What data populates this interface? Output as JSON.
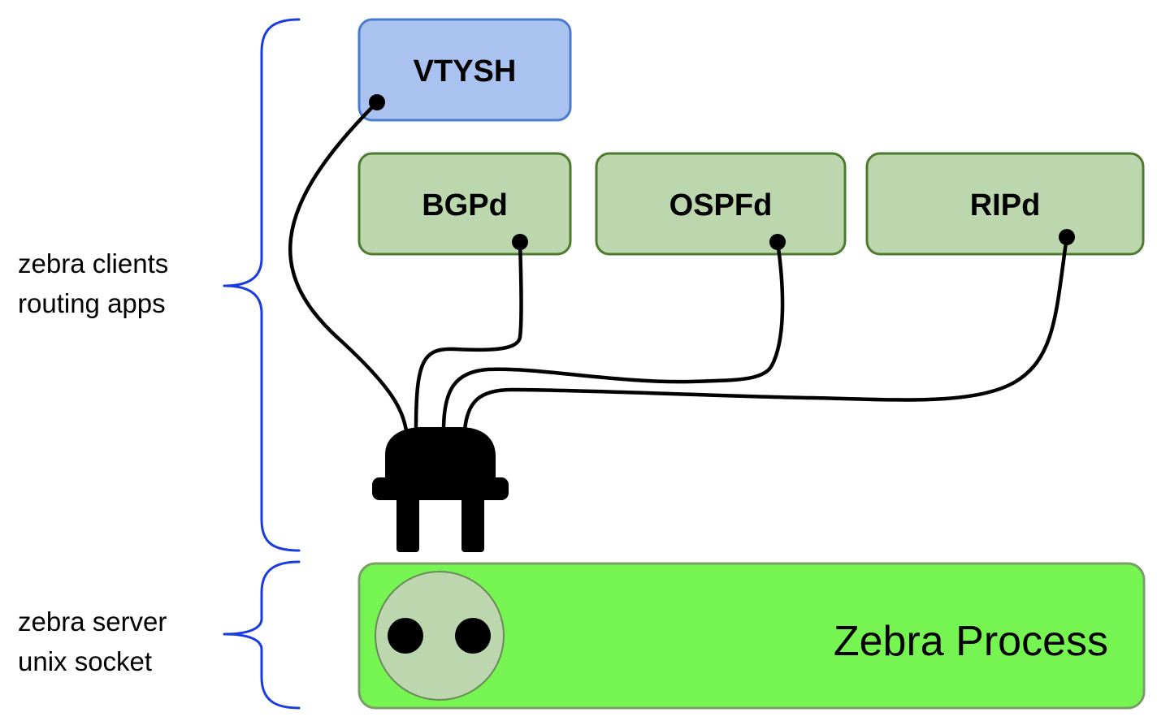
{
  "clients_group": {
    "line1": "zebra clients",
    "line2": "routing apps"
  },
  "server_group": {
    "line1": "zebra server",
    "line2": "unix socket"
  },
  "nodes": {
    "vtysh": "VTYSH",
    "bgpd": "BGPd",
    "ospfd": "OSPFd",
    "ripd": "RIPd",
    "zebra_process": "Zebra Process"
  },
  "colors": {
    "vtysh_fill": "#a9c2ef",
    "vtysh_stroke": "#4a7bd0",
    "daemon_fill": "#bcd6ad",
    "daemon_stroke": "#4e7a2e",
    "zebra_fill": "#76f552",
    "zebra_stroke": "#7a9e6a",
    "socket_fill": "#bcd6ad",
    "brace": "#1a3be0",
    "cable": "#000000"
  },
  "icons": {
    "plug": "plug-icon",
    "socket": "socket-icon"
  }
}
